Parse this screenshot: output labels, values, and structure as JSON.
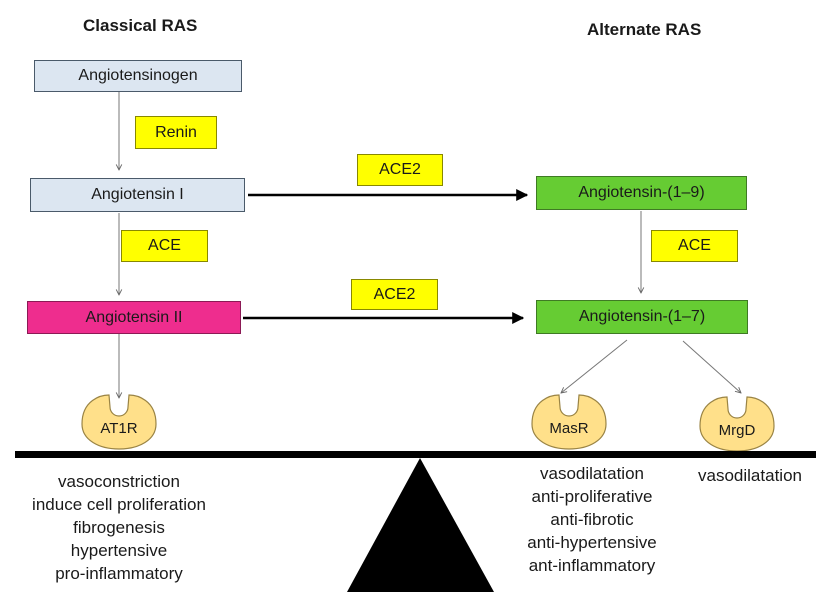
{
  "headings": {
    "classical": "Classical RAS",
    "alternate": "Alternate RAS"
  },
  "molecules": {
    "angiotensinogen": "Angiotensinogen",
    "angiotensin_1": "Angiotensin I",
    "angiotensin_2": "Angiotensin II",
    "angiotensin_1_9": "Angiotensin-(1–9)",
    "angiotensin_1_7": "Angiotensin-(1–7)"
  },
  "enzymes": {
    "renin": "Renin",
    "ace_left": "ACE",
    "ace2_top": "ACE2",
    "ace2_bottom": "ACE2",
    "ace_right": "ACE"
  },
  "receptors": {
    "at1r": "AT1R",
    "masr": "MasR",
    "mrgd": "MrgD"
  },
  "effects": {
    "at1r": [
      "vasoconstriction",
      "induce cell proliferation",
      "fibrogenesis",
      "hypertensive",
      "pro-inflammatory"
    ],
    "masr": [
      "vasodilatation",
      "anti-proliferative",
      "anti-fibrotic",
      "anti-hypertensive",
      "ant-inflammatory"
    ],
    "mrgd": [
      "vasodilatation"
    ]
  },
  "colors": {
    "precursor_box": "#dce6f1",
    "angiotensin_2_box": "#ee2d8e",
    "alternate_box": "#66cc33",
    "enzyme_label": "#ffff00",
    "receptor": "#ffe08a"
  }
}
